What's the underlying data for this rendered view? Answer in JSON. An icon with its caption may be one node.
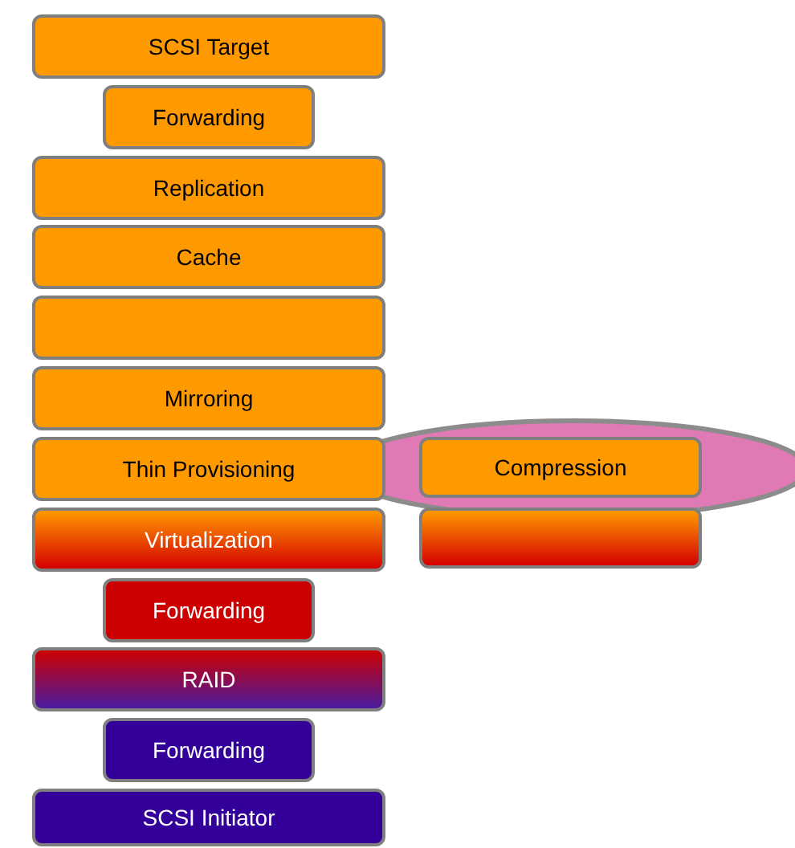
{
  "diagram": {
    "nodes": [
      {
        "text": [
          "SCSI Target"
        ]
      },
      {
        "text": [
          "Forwarding"
        ]
      },
      {
        "text": [
          "Replication"
        ]
      },
      {
        "text": [
          "Cache"
        ]
      },
      {
        "text": [],
        "shape": "box"
      },
      {
        "text": [
          "Mirroring"
        ]
      },
      {
        "text": [
          "Thin Provisioning"
        ]
      },
      {
        "text": [
          "Compression"
        ]
      },
      {
        "text": [
          "Virtualization"
        ]
      },
      {
        "text": [],
        "shape": "box"
      },
      {
        "text": [
          "Forwarding"
        ]
      },
      {
        "text": [
          "RAID"
        ]
      },
      {
        "text": [
          "Forwarding"
        ]
      },
      {
        "text": [
          "SCSI Initiator"
        ]
      }
    ]
  }
}
